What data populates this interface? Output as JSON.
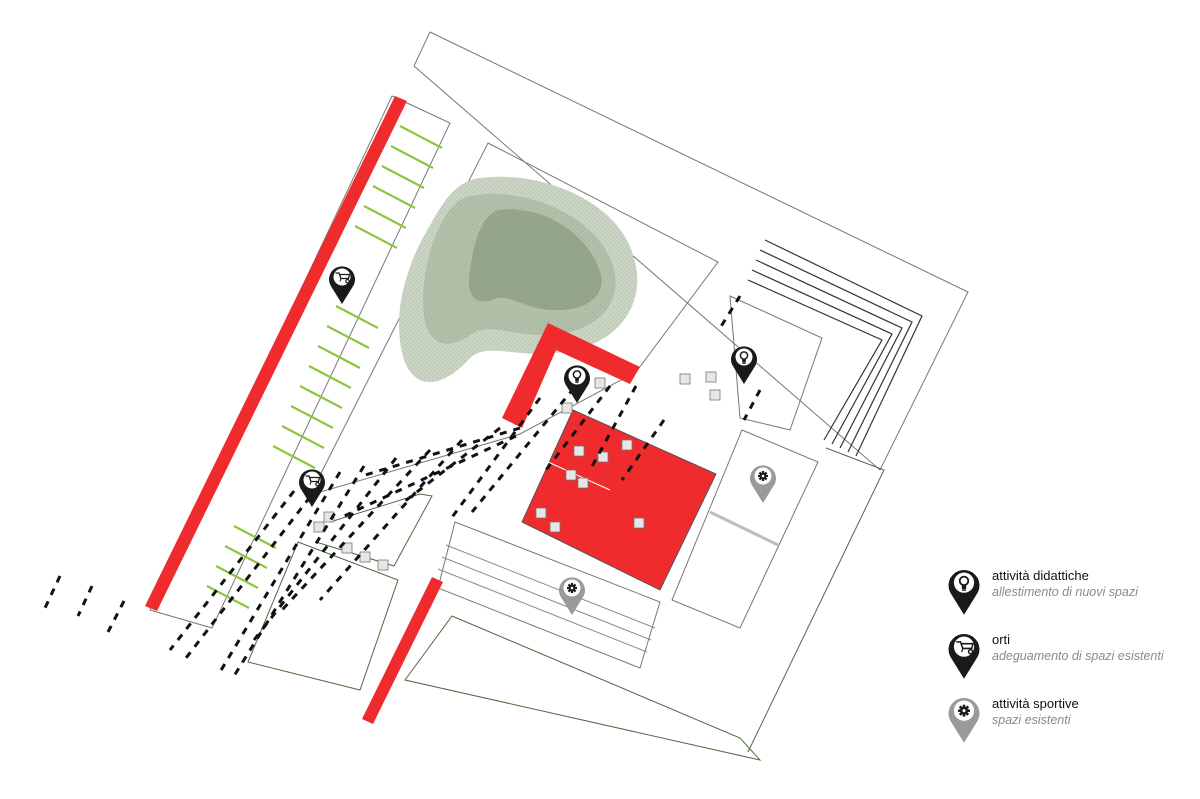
{
  "colors": {
    "building_red": "#ef2b2d",
    "garden_green": "#8cc63f",
    "outline_gray": "#777777",
    "outline_green": "#4d6b3f",
    "park_light": "#cbd5c4",
    "park_mid": "#b3c1aa",
    "park_dark": "#95a68d",
    "marker_black": "#1a1a1a",
    "marker_gray": "#9a9a9a"
  },
  "markers": {
    "didattiche": "lightbulb-icon",
    "orti": "wheelbarrow-icon",
    "sportive": "gear-icon"
  },
  "legend": {
    "items": [
      {
        "key": "didattiche",
        "icon": "lightbulb-icon",
        "title": "attività didattiche",
        "subtitle": "allestimento di nuovi spazi"
      },
      {
        "key": "orti",
        "icon": "wheelbarrow-icon",
        "title": "orti",
        "subtitle": "adeguamento di spazi esistenti"
      },
      {
        "key": "sportive",
        "icon": "gear-icon",
        "title": "attività sportive",
        "subtitle": "spazi esistenti"
      }
    ]
  }
}
